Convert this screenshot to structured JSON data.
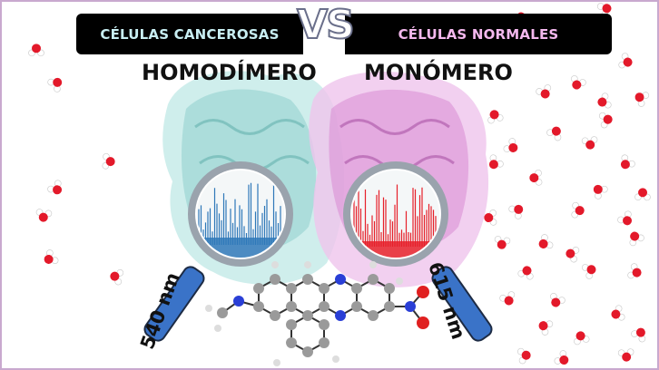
{
  "banner": {
    "left_label": "CÉLULAS CANCEROSAS",
    "right_label": "CÉLULAS NORMALES",
    "vs_label": "VS"
  },
  "proteins": {
    "left_label": "HOMODÍMERO",
    "right_label": "MONÓMERO"
  },
  "wavelengths": {
    "left": "540 nm",
    "right": "615 nm"
  },
  "colors": {
    "border": "#c9a9cf",
    "left_protein": "#9fd8d6",
    "right_protein": "#e6a4e2",
    "left_spectrum": "#2e78b8",
    "right_spectrum": "#e6202a",
    "magnifier_handle": "#3a73c8",
    "nitrogen": "#2a3fd6",
    "oxygen": "#e02020"
  },
  "icons": [
    "magnifier-icon",
    "water-molecule-icon",
    "molecule-structure"
  ]
}
